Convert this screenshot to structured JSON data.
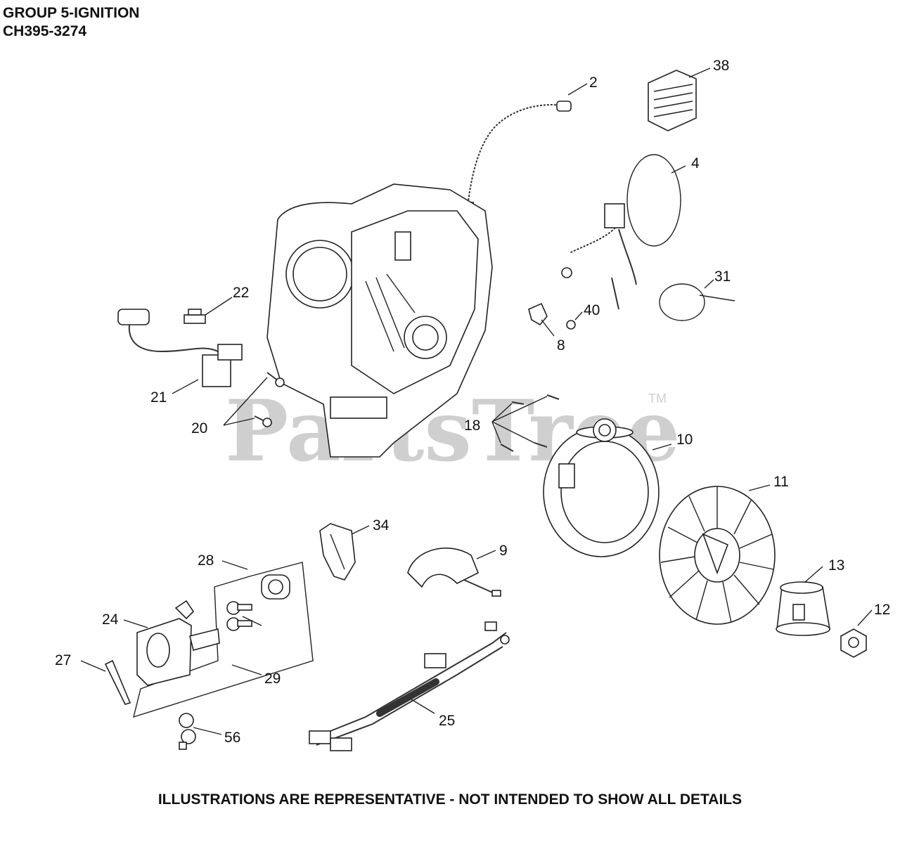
{
  "header": {
    "group": "GROUP 5-IGNITION",
    "model": "CH395-3274"
  },
  "watermark": {
    "text": "PartsTree",
    "tm": "TM"
  },
  "footer": "ILLUSTRATIONS ARE REPRESENTATIVE - NOT INTENDED TO SHOW ALL DETAILS",
  "callouts": {
    "p2": "2",
    "p4": "4",
    "p8": "8",
    "p9": "9",
    "p10": "10",
    "p11": "11",
    "p12": "12",
    "p13": "13",
    "p18": "18",
    "p20": "20",
    "p21": "21",
    "p22": "22",
    "p24": "24",
    "p25": "25",
    "p27": "27",
    "p28": "28",
    "p29": "29",
    "p31": "31",
    "p34": "34",
    "p38": "38",
    "p40": "40",
    "p56": "56"
  }
}
